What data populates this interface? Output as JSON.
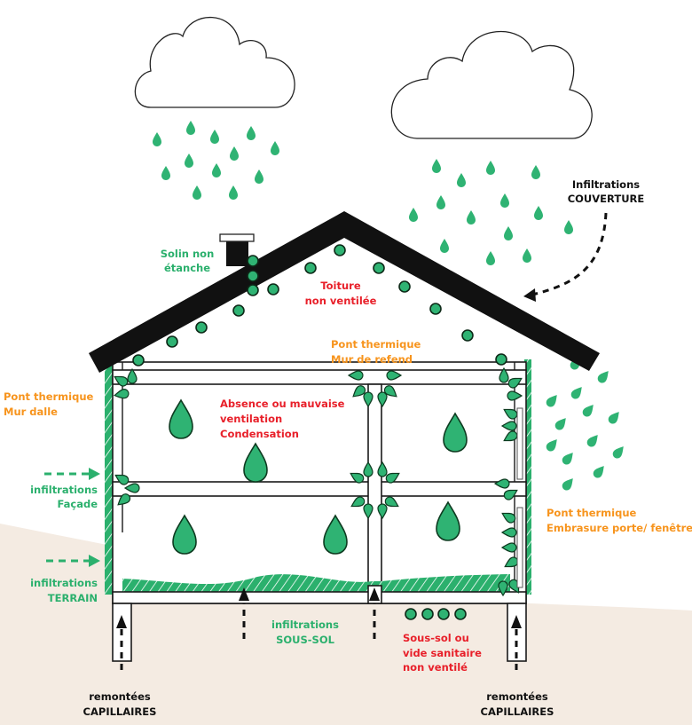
{
  "title": "Humidité dans la maison - causes",
  "colors": {
    "green": "#2bb06d",
    "orange": "#f7941d",
    "red": "#e8202a",
    "black": "#111111",
    "ground": "#f4ebe2"
  },
  "labels": {
    "solin": [
      "Solin non",
      "étanche"
    ],
    "toiture": [
      "Toiture",
      "non ventilée"
    ],
    "couverture": [
      "Infiltrations",
      "COUVERTURE"
    ],
    "refend": [
      "Pont thermique",
      "Mur de refend"
    ],
    "dalle": [
      "Pont thermique",
      "Mur dalle"
    ],
    "ventilation": [
      "Absence ou mauvaise",
      "ventilation",
      "Condensation"
    ],
    "facade": [
      "infiltrations",
      "Façade"
    ],
    "terrain": [
      "infiltrations",
      "TERRAIN"
    ],
    "embrasure": [
      "Pont thermique",
      "Embrasure porte/ fenêtre"
    ],
    "soussol": [
      "infiltrations",
      "SOUS-SOL"
    ],
    "vide": [
      "Sous-sol ou",
      "vide sanitaire",
      "non ventilé"
    ],
    "capillaires_left": [
      "remontées",
      "CAPILLAIRES"
    ],
    "capillaires_right": [
      "remontées",
      "CAPILLAIRES"
    ]
  },
  "icons": {
    "cloud": "cloud-icon",
    "raindrop": "raindrop-icon",
    "condensation_drop": "condensation-drop-icon",
    "moisture_bubble": "moisture-bubble-icon",
    "arrow": "dashed-arrow-icon"
  }
}
